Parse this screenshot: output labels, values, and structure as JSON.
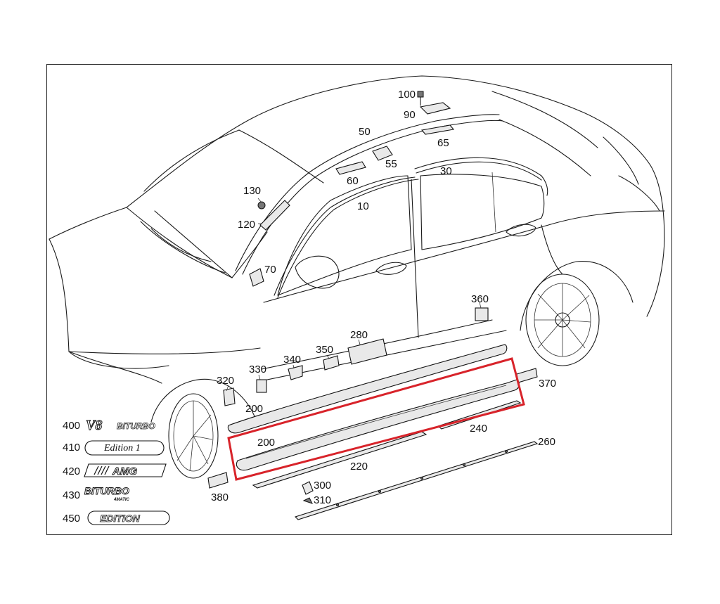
{
  "diagram": {
    "callouts": [
      {
        "id": "100",
        "label": "100"
      },
      {
        "id": "90",
        "label": "90"
      },
      {
        "id": "50",
        "label": "50"
      },
      {
        "id": "65",
        "label": "65"
      },
      {
        "id": "55",
        "label": "55"
      },
      {
        "id": "30",
        "label": "30"
      },
      {
        "id": "60",
        "label": "60"
      },
      {
        "id": "130",
        "label": "130"
      },
      {
        "id": "10",
        "label": "10"
      },
      {
        "id": "120",
        "label": "120"
      },
      {
        "id": "70",
        "label": "70"
      },
      {
        "id": "360",
        "label": "360"
      },
      {
        "id": "280",
        "label": "280"
      },
      {
        "id": "330",
        "label": "330"
      },
      {
        "id": "340",
        "label": "340"
      },
      {
        "id": "350",
        "label": "350"
      },
      {
        "id": "320",
        "label": "320"
      },
      {
        "id": "370",
        "label": "370"
      },
      {
        "id": "200a",
        "label": "200"
      },
      {
        "id": "200b",
        "label": "200"
      },
      {
        "id": "240",
        "label": "240"
      },
      {
        "id": "260",
        "label": "260"
      },
      {
        "id": "220",
        "label": "220"
      },
      {
        "id": "300",
        "label": "300"
      },
      {
        "id": "310",
        "label": "310"
      },
      {
        "id": "380",
        "label": "380"
      }
    ],
    "badges": [
      {
        "num": "400",
        "text_main": "V8",
        "text_sub": "BITURBO"
      },
      {
        "num": "410",
        "text_main": "Edition 1"
      },
      {
        "num": "420",
        "text_main": "AMG"
      },
      {
        "num": "430",
        "text_main": "BITURBO",
        "text_sub": "4MATIC"
      },
      {
        "num": "450",
        "text_main": "EDITION"
      }
    ],
    "highlight_color": "#d8232a"
  }
}
